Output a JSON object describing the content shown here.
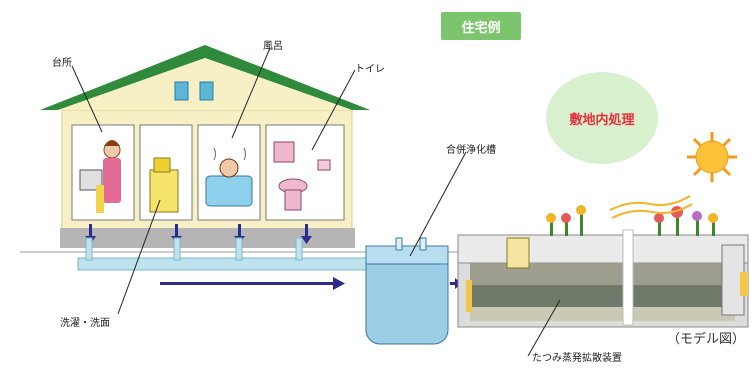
{
  "title": "住宅例",
  "onsite_label": "敷地内処理",
  "model_caption": "（モデル図）",
  "labels": {
    "kitchen": "台所",
    "bath": "風呂",
    "toilet": "トイレ",
    "laundry": "洗濯・洗面",
    "septic_tank": "合併浄化槽",
    "device": "たつみ蒸発拡散装置"
  },
  "colors": {
    "roof": "#2f8a3b",
    "wall": "#f6f0c4",
    "pipe": "#bfe3ee",
    "tank": "#9ccde6",
    "flow_arrow": "#2b2a8f",
    "title_bg": "#7cc56c",
    "onsite_text": "#e8303a"
  }
}
